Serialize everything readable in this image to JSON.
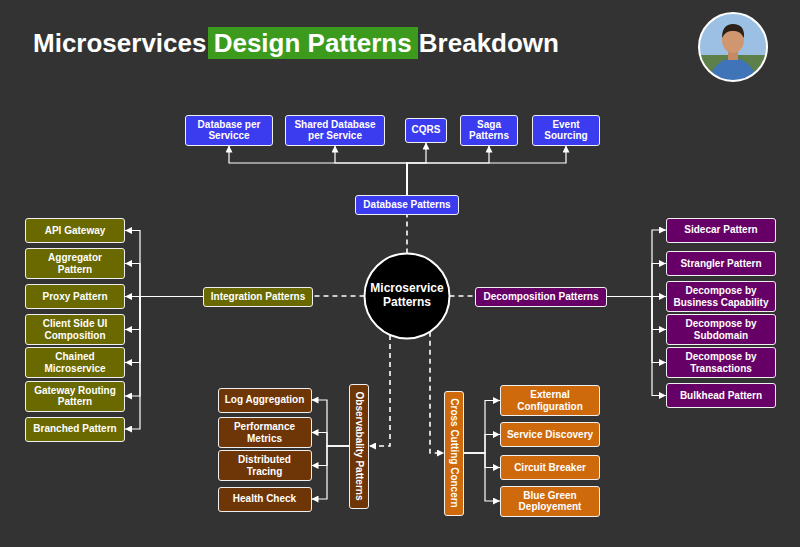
{
  "diagram": {
    "title": "Microservices Design Patterns Breakdown",
    "nodes": [
      {
        "text": [
          "Database per Servicce"
        ]
      },
      {
        "text": [
          "Shared Database per Service"
        ]
      },
      {
        "text": [
          "CQRS"
        ]
      },
      {
        "text": [
          "Saga Patterns"
        ]
      },
      {
        "text": [
          "Event Sourcing"
        ]
      },
      {
        "text": [
          "Database Patterns"
        ]
      },
      {
        "text": [
          "API Gateway"
        ]
      },
      {
        "text": [
          "Aggregator Pattern"
        ]
      },
      {
        "text": [
          "Proxy Pattern"
        ]
      },
      {
        "text": [
          "Client Side UI Composition"
        ]
      },
      {
        "text": [
          "Chained Microservice"
        ]
      },
      {
        "text": [
          "Gateway Routing Pattern"
        ]
      },
      {
        "text": [
          "Branched Pattern"
        ]
      },
      {
        "text": [
          "Integration Patterns"
        ]
      },
      {
        "text": [
          "Microservice Patterns"
        ]
      },
      {
        "text": [
          "Decomposition Patterns"
        ]
      },
      {
        "text": [
          "Sidecar Pattern"
        ]
      },
      {
        "text": [
          "Strangler Pattern"
        ]
      },
      {
        "text": [
          "Decompose by Business Capability"
        ]
      },
      {
        "text": [
          "Decompose by Subdomain"
        ]
      },
      {
        "text": [
          "Decompose by Transactions"
        ]
      },
      {
        "text": [
          "Bulkhead Pattern"
        ]
      },
      {
        "text": [
          "Log Aggregation"
        ]
      },
      {
        "text": [
          "Performance Metrics"
        ]
      },
      {
        "text": [
          "Distributed Tracing"
        ]
      },
      {
        "text": [
          "Health Check"
        ]
      },
      {
        "text": [
          "Observabality Patterns"
        ]
      },
      {
        "text": [
          "Cross Cutting Concern"
        ]
      },
      {
        "text": [
          "External Configuration"
        ]
      },
      {
        "text": [
          "Service Discovery"
        ]
      },
      {
        "text": [
          "Circuit Breaker"
        ]
      },
      {
        "text": [
          "Blue Green Deployement"
        ]
      }
    ],
    "edges": [
      {
        "from": 14,
        "to": 5,
        "arrow": "none"
      },
      {
        "from": 5,
        "to": 0,
        "arrow": "to"
      },
      {
        "from": 5,
        "to": 1,
        "arrow": "to"
      },
      {
        "from": 5,
        "to": 2,
        "arrow": "to"
      },
      {
        "from": 5,
        "to": 3,
        "arrow": "to"
      },
      {
        "from": 5,
        "to": 4,
        "arrow": "to"
      },
      {
        "from": 14,
        "to": 13,
        "arrow": "none"
      },
      {
        "from": 13,
        "to": 6,
        "arrow": "to"
      },
      {
        "from": 13,
        "to": 7,
        "arrow": "to"
      },
      {
        "from": 13,
        "to": 8,
        "arrow": "to"
      },
      {
        "from": 13,
        "to": 9,
        "arrow": "to"
      },
      {
        "from": 13,
        "to": 10,
        "arrow": "to"
      },
      {
        "from": 13,
        "to": 11,
        "arrow": "to"
      },
      {
        "from": 13,
        "to": 12,
        "arrow": "to"
      },
      {
        "from": 14,
        "to": 15,
        "arrow": "none"
      },
      {
        "from": 15,
        "to": 16,
        "arrow": "to"
      },
      {
        "from": 15,
        "to": 17,
        "arrow": "to"
      },
      {
        "from": 15,
        "to": 18,
        "arrow": "to"
      },
      {
        "from": 15,
        "to": 19,
        "arrow": "to"
      },
      {
        "from": 15,
        "to": 20,
        "arrow": "to"
      },
      {
        "from": 15,
        "to": 21,
        "arrow": "to"
      },
      {
        "from": 14,
        "to": 26,
        "arrow": "to"
      },
      {
        "from": 26,
        "to": 22,
        "arrow": "to"
      },
      {
        "from": 26,
        "to": 23,
        "arrow": "to"
      },
      {
        "from": 26,
        "to": 24,
        "arrow": "to"
      },
      {
        "from": 26,
        "to": 25,
        "arrow": "to"
      },
      {
        "from": 14,
        "to": 27,
        "arrow": "to"
      },
      {
        "from": 27,
        "to": 28,
        "arrow": "to"
      },
      {
        "from": 27,
        "to": 29,
        "arrow": "to"
      },
      {
        "from": 27,
        "to": 30,
        "arrow": "to"
      },
      {
        "from": 27,
        "to": 31,
        "arrow": "to"
      }
    ]
  }
}
